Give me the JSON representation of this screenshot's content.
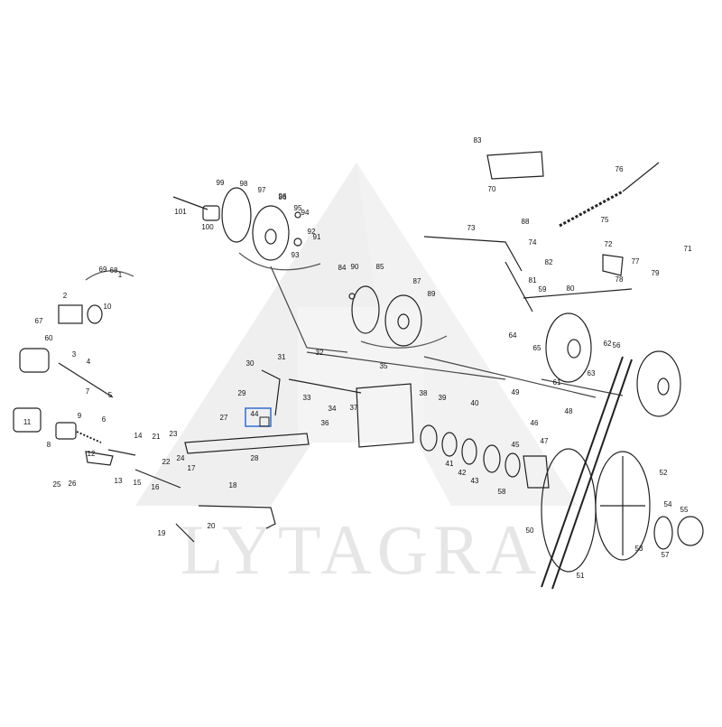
{
  "watermark": {
    "text": "LYTAGRA",
    "color": "#e6e6e6"
  },
  "highlight_color": "#2f6fd6",
  "callouts": [
    {
      "id": "p-1",
      "label": "1"
    },
    {
      "id": "p-2",
      "label": "2"
    },
    {
      "id": "p-3",
      "label": "3"
    },
    {
      "id": "p-4",
      "label": "4"
    },
    {
      "id": "p-5",
      "label": "5"
    },
    {
      "id": "p-6",
      "label": "6"
    },
    {
      "id": "p-7",
      "label": "7"
    },
    {
      "id": "p-8",
      "label": "8"
    },
    {
      "id": "p-9",
      "label": "9"
    },
    {
      "id": "p-10",
      "label": "10"
    },
    {
      "id": "p-11",
      "label": "11"
    },
    {
      "id": "p-12",
      "label": "12"
    },
    {
      "id": "p-13",
      "label": "13"
    },
    {
      "id": "p-14",
      "label": "14"
    },
    {
      "id": "p-15",
      "label": "15"
    },
    {
      "id": "p-16",
      "label": "16"
    },
    {
      "id": "p-17",
      "label": "17"
    },
    {
      "id": "p-18",
      "label": "18"
    },
    {
      "id": "p-19",
      "label": "19"
    },
    {
      "id": "p-20",
      "label": "20"
    },
    {
      "id": "p-21",
      "label": "21"
    },
    {
      "id": "p-22",
      "label": "22"
    },
    {
      "id": "p-23",
      "label": "23"
    },
    {
      "id": "p-24",
      "label": "24"
    },
    {
      "id": "p-25",
      "label": "25"
    },
    {
      "id": "p-26",
      "label": "26"
    },
    {
      "id": "p-27",
      "label": "27"
    },
    {
      "id": "p-28",
      "label": "28"
    },
    {
      "id": "p-29",
      "label": "29"
    },
    {
      "id": "p-30",
      "label": "30"
    },
    {
      "id": "p-31",
      "label": "31"
    },
    {
      "id": "p-32",
      "label": "32"
    },
    {
      "id": "p-33",
      "label": "33"
    },
    {
      "id": "p-34",
      "label": "34"
    },
    {
      "id": "p-35",
      "label": "35"
    },
    {
      "id": "p-36",
      "label": "36"
    },
    {
      "id": "p-37",
      "label": "37"
    },
    {
      "id": "p-38",
      "label": "38"
    },
    {
      "id": "p-39",
      "label": "39"
    },
    {
      "id": "p-40",
      "label": "40"
    },
    {
      "id": "p-41",
      "label": "41"
    },
    {
      "id": "p-42",
      "label": "42"
    },
    {
      "id": "p-43",
      "label": "43"
    },
    {
      "id": "p-44",
      "label": "44",
      "highlight": true
    },
    {
      "id": "p-45",
      "label": "45"
    },
    {
      "id": "p-46",
      "label": "46"
    },
    {
      "id": "p-47",
      "label": "47"
    },
    {
      "id": "p-48",
      "label": "48"
    },
    {
      "id": "p-49",
      "label": "49"
    },
    {
      "id": "p-50",
      "label": "50"
    },
    {
      "id": "p-51",
      "label": "51"
    },
    {
      "id": "p-52",
      "label": "52"
    },
    {
      "id": "p-53",
      "label": "53"
    },
    {
      "id": "p-54",
      "label": "54"
    },
    {
      "id": "p-55",
      "label": "55"
    },
    {
      "id": "p-56",
      "label": "56"
    },
    {
      "id": "p-57",
      "label": "57"
    },
    {
      "id": "p-58",
      "label": "58"
    },
    {
      "id": "p-59",
      "label": "59"
    },
    {
      "id": "p-60",
      "label": "60"
    },
    {
      "id": "p-61",
      "label": "61"
    },
    {
      "id": "p-62",
      "label": "62"
    },
    {
      "id": "p-63",
      "label": "63"
    },
    {
      "id": "p-64",
      "label": "64"
    },
    {
      "id": "p-65",
      "label": "65"
    },
    {
      "id": "p-67",
      "label": "67"
    },
    {
      "id": "p-68",
      "label": "68"
    },
    {
      "id": "p-69",
      "label": "69"
    },
    {
      "id": "p-70",
      "label": "70"
    },
    {
      "id": "p-71",
      "label": "71"
    },
    {
      "id": "p-72",
      "label": "72"
    },
    {
      "id": "p-73",
      "label": "73"
    },
    {
      "id": "p-74",
      "label": "74"
    },
    {
      "id": "p-75",
      "label": "75"
    },
    {
      "id": "p-76",
      "label": "76"
    },
    {
      "id": "p-77",
      "label": "77"
    },
    {
      "id": "p-78",
      "label": "78"
    },
    {
      "id": "p-79",
      "label": "79"
    },
    {
      "id": "p-80",
      "label": "80"
    },
    {
      "id": "p-81",
      "label": "81"
    },
    {
      "id": "p-82",
      "label": "82"
    },
    {
      "id": "p-83",
      "label": "83"
    },
    {
      "id": "p-84",
      "label": "84"
    },
    {
      "id": "p-85",
      "label": "85"
    },
    {
      "id": "p-86",
      "label": "86"
    },
    {
      "id": "p-87",
      "label": "87"
    },
    {
      "id": "p-88",
      "label": "88"
    },
    {
      "id": "p-89",
      "label": "89"
    },
    {
      "id": "p-90",
      "label": "90"
    },
    {
      "id": "p-91",
      "label": "91"
    },
    {
      "id": "p-92",
      "label": "92"
    },
    {
      "id": "p-93",
      "label": "93"
    },
    {
      "id": "p-94",
      "label": "94"
    },
    {
      "id": "p-95",
      "label": "95"
    },
    {
      "id": "p-96",
      "label": "96"
    },
    {
      "id": "p-97",
      "label": "97"
    },
    {
      "id": "p-98",
      "label": "98"
    },
    {
      "id": "p-99",
      "label": "99"
    },
    {
      "id": "p-100",
      "label": "100"
    },
    {
      "id": "p-101",
      "label": "101"
    }
  ]
}
